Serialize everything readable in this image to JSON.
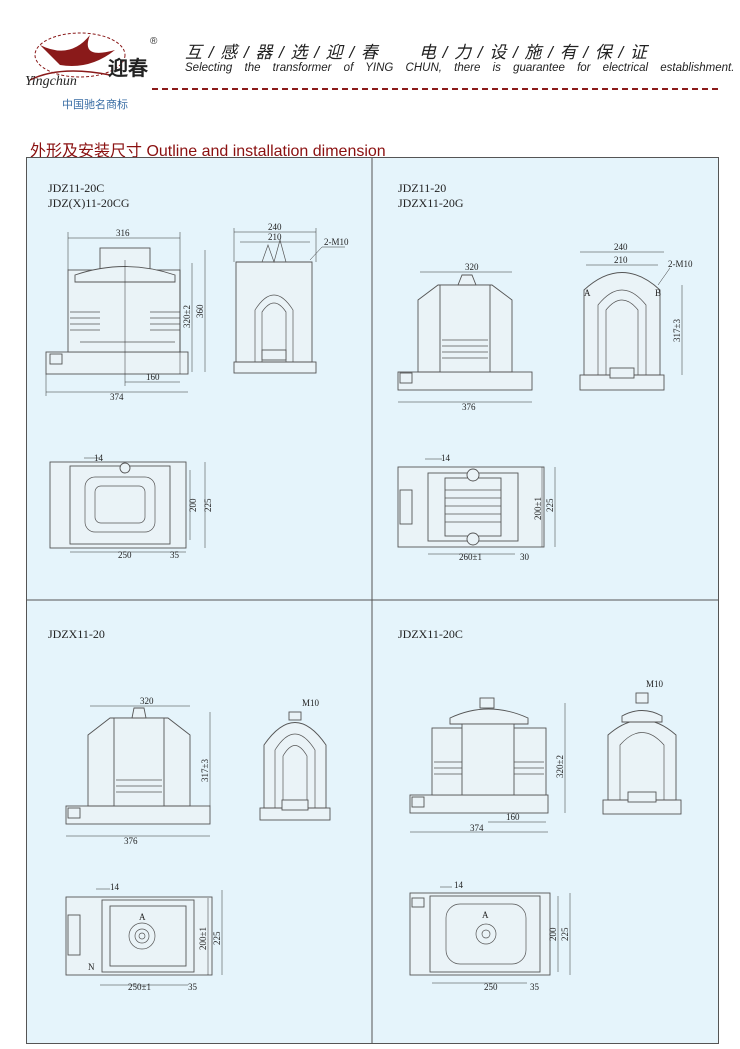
{
  "header": {
    "logo_cn": "迎春",
    "logo_script": "Yingchun",
    "registered_mark": "®",
    "slogan_cn": "互 / 感 / 器 / 选 / 迎 / 春       电 / 力 / 设 / 施 / 有 / 保 / 证",
    "slogan_en": "Selecting the transformer of YING CHUN, there is guarantee for electrical establishment.",
    "trademark_note": "中国驰名商标"
  },
  "section_title": "外形及安装尺寸 Outline and installation dimension",
  "brand_color": "#8a1010",
  "panels": [
    {
      "models": [
        "JDZ11-20C",
        "JDZ(X)11-20CG"
      ],
      "front": {
        "width_top": "316",
        "width_base": "374",
        "offset": "160",
        "height_inner": "320±2",
        "height_total": "360"
      },
      "side": {
        "width_outer": "240",
        "width_inner": "210",
        "terminal": "2-M10"
      },
      "top": {
        "slot": "14",
        "depth_inner": "200",
        "depth_outer": "225",
        "length": "250",
        "edge": "35"
      }
    },
    {
      "models": [
        "JDZ11-20",
        "JDZX11-20G"
      ],
      "front": {
        "width_top": "320",
        "width_base": "376"
      },
      "side": {
        "width_outer": "240",
        "width_inner": "210",
        "terminal": "2-M10",
        "height": "317±3",
        "label_a": "A",
        "label_b": "B"
      },
      "top": {
        "slot": "14",
        "depth_inner": "200±1",
        "depth_outer": "225",
        "length": "260±1",
        "edge": "30"
      }
    },
    {
      "models": [
        "JDZX11-20"
      ],
      "front": {
        "width_top": "320",
        "width_base": "376",
        "height": "317±3"
      },
      "side": {
        "terminal": "M10"
      },
      "top": {
        "slot": "14",
        "depth_inner": "200±1",
        "depth_outer": "225",
        "length": "250±1",
        "edge": "35",
        "label_a": "A",
        "label_n": "N"
      }
    },
    {
      "models": [
        "JDZX11-20C"
      ],
      "front": {
        "width_base": "374",
        "offset": "160",
        "height": "320±2"
      },
      "side": {
        "terminal": "M10"
      },
      "top": {
        "slot": "14",
        "depth_inner": "200",
        "depth_outer": "225",
        "length": "250",
        "edge": "35",
        "label_a": "A"
      }
    }
  ]
}
